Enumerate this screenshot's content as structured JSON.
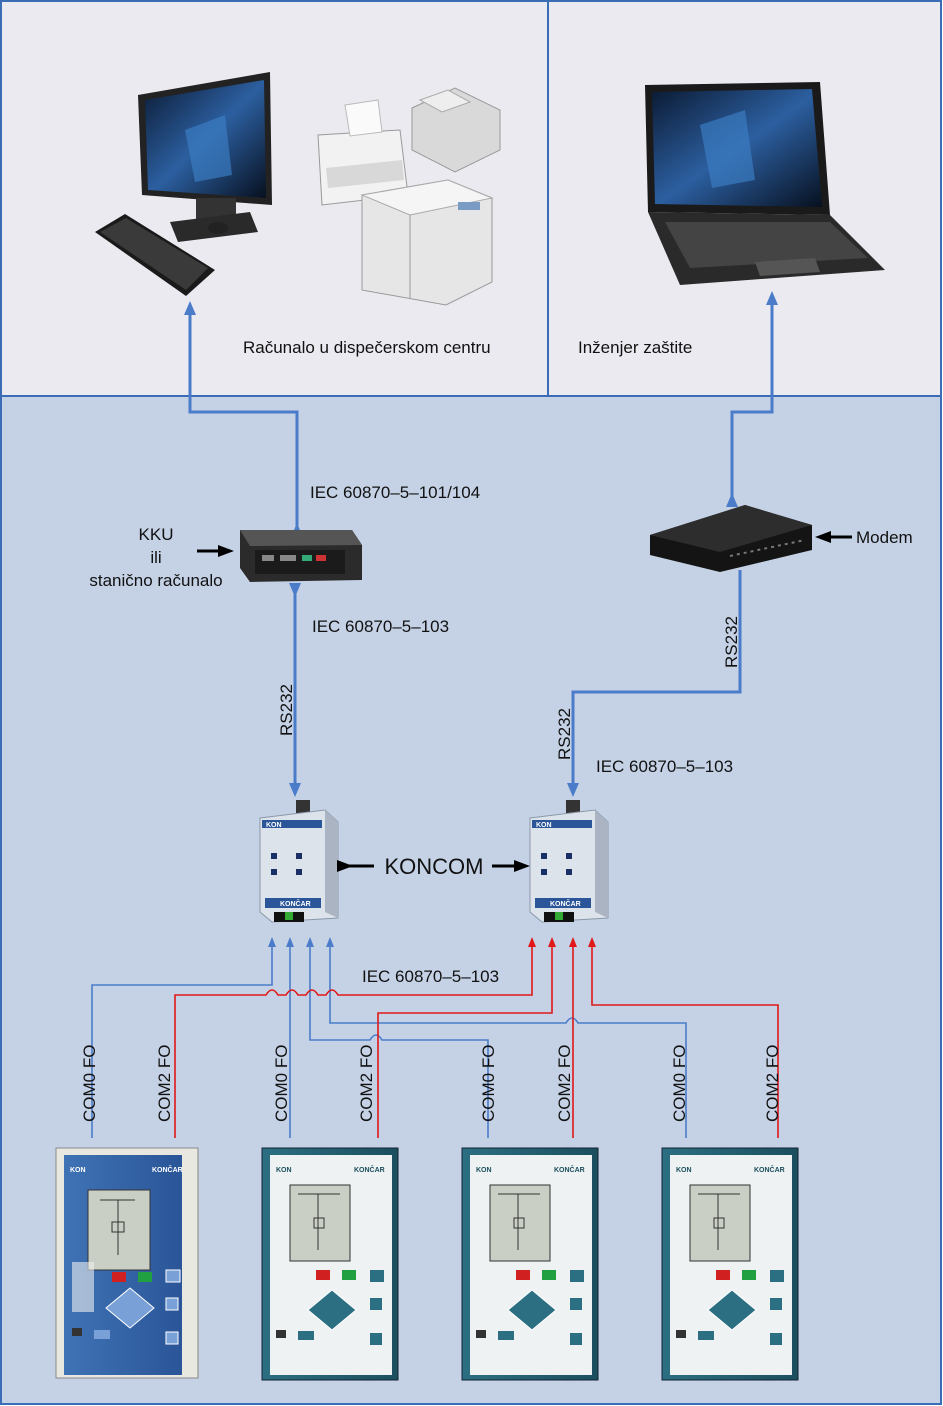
{
  "top_left_panel": {
    "label": "Računalo u dispečerskom centru"
  },
  "top_right_panel": {
    "label": "Inženjer zaštite"
  },
  "protocols": {
    "upper": "IEC 60870–5–101/104",
    "left_103": "IEC 60870–5–103",
    "right_103": "IEC 60870–5–103",
    "bottom_103": "IEC 60870–5–103"
  },
  "kku": {
    "line1": "KKU",
    "line2": "ili",
    "line3": "stanično računalo"
  },
  "modem": {
    "label": "Modem"
  },
  "links": {
    "rs232_left": "RS232",
    "rs232_right_upper": "RS232",
    "rs232_right_lower": "RS232"
  },
  "koncom": {
    "label": "KONCOM",
    "brand": "KON",
    "maker": "KONČAR"
  },
  "relays": [
    {
      "brand": "KON",
      "maker": "KONČAR",
      "com0": "COM0 FO",
      "com2": "COM2 FO"
    },
    {
      "brand": "KON",
      "maker": "KONČAR",
      "com0": "COM0 FO",
      "com2": "COM2 FO"
    },
    {
      "brand": "KON",
      "maker": "KONČAR",
      "com0": "COM0 FO",
      "com2": "COM2 FO"
    },
    {
      "brand": "KON",
      "maker": "KONČAR",
      "com0": "COM0 FO",
      "com2": "COM2 FO"
    }
  ],
  "colors": {
    "blue_link": "#4a7cc9",
    "red_link": "#e01818",
    "bottom_bg": "#c5d2e6",
    "top_bg": "#eaeaf0",
    "border": "#3a6db5"
  }
}
